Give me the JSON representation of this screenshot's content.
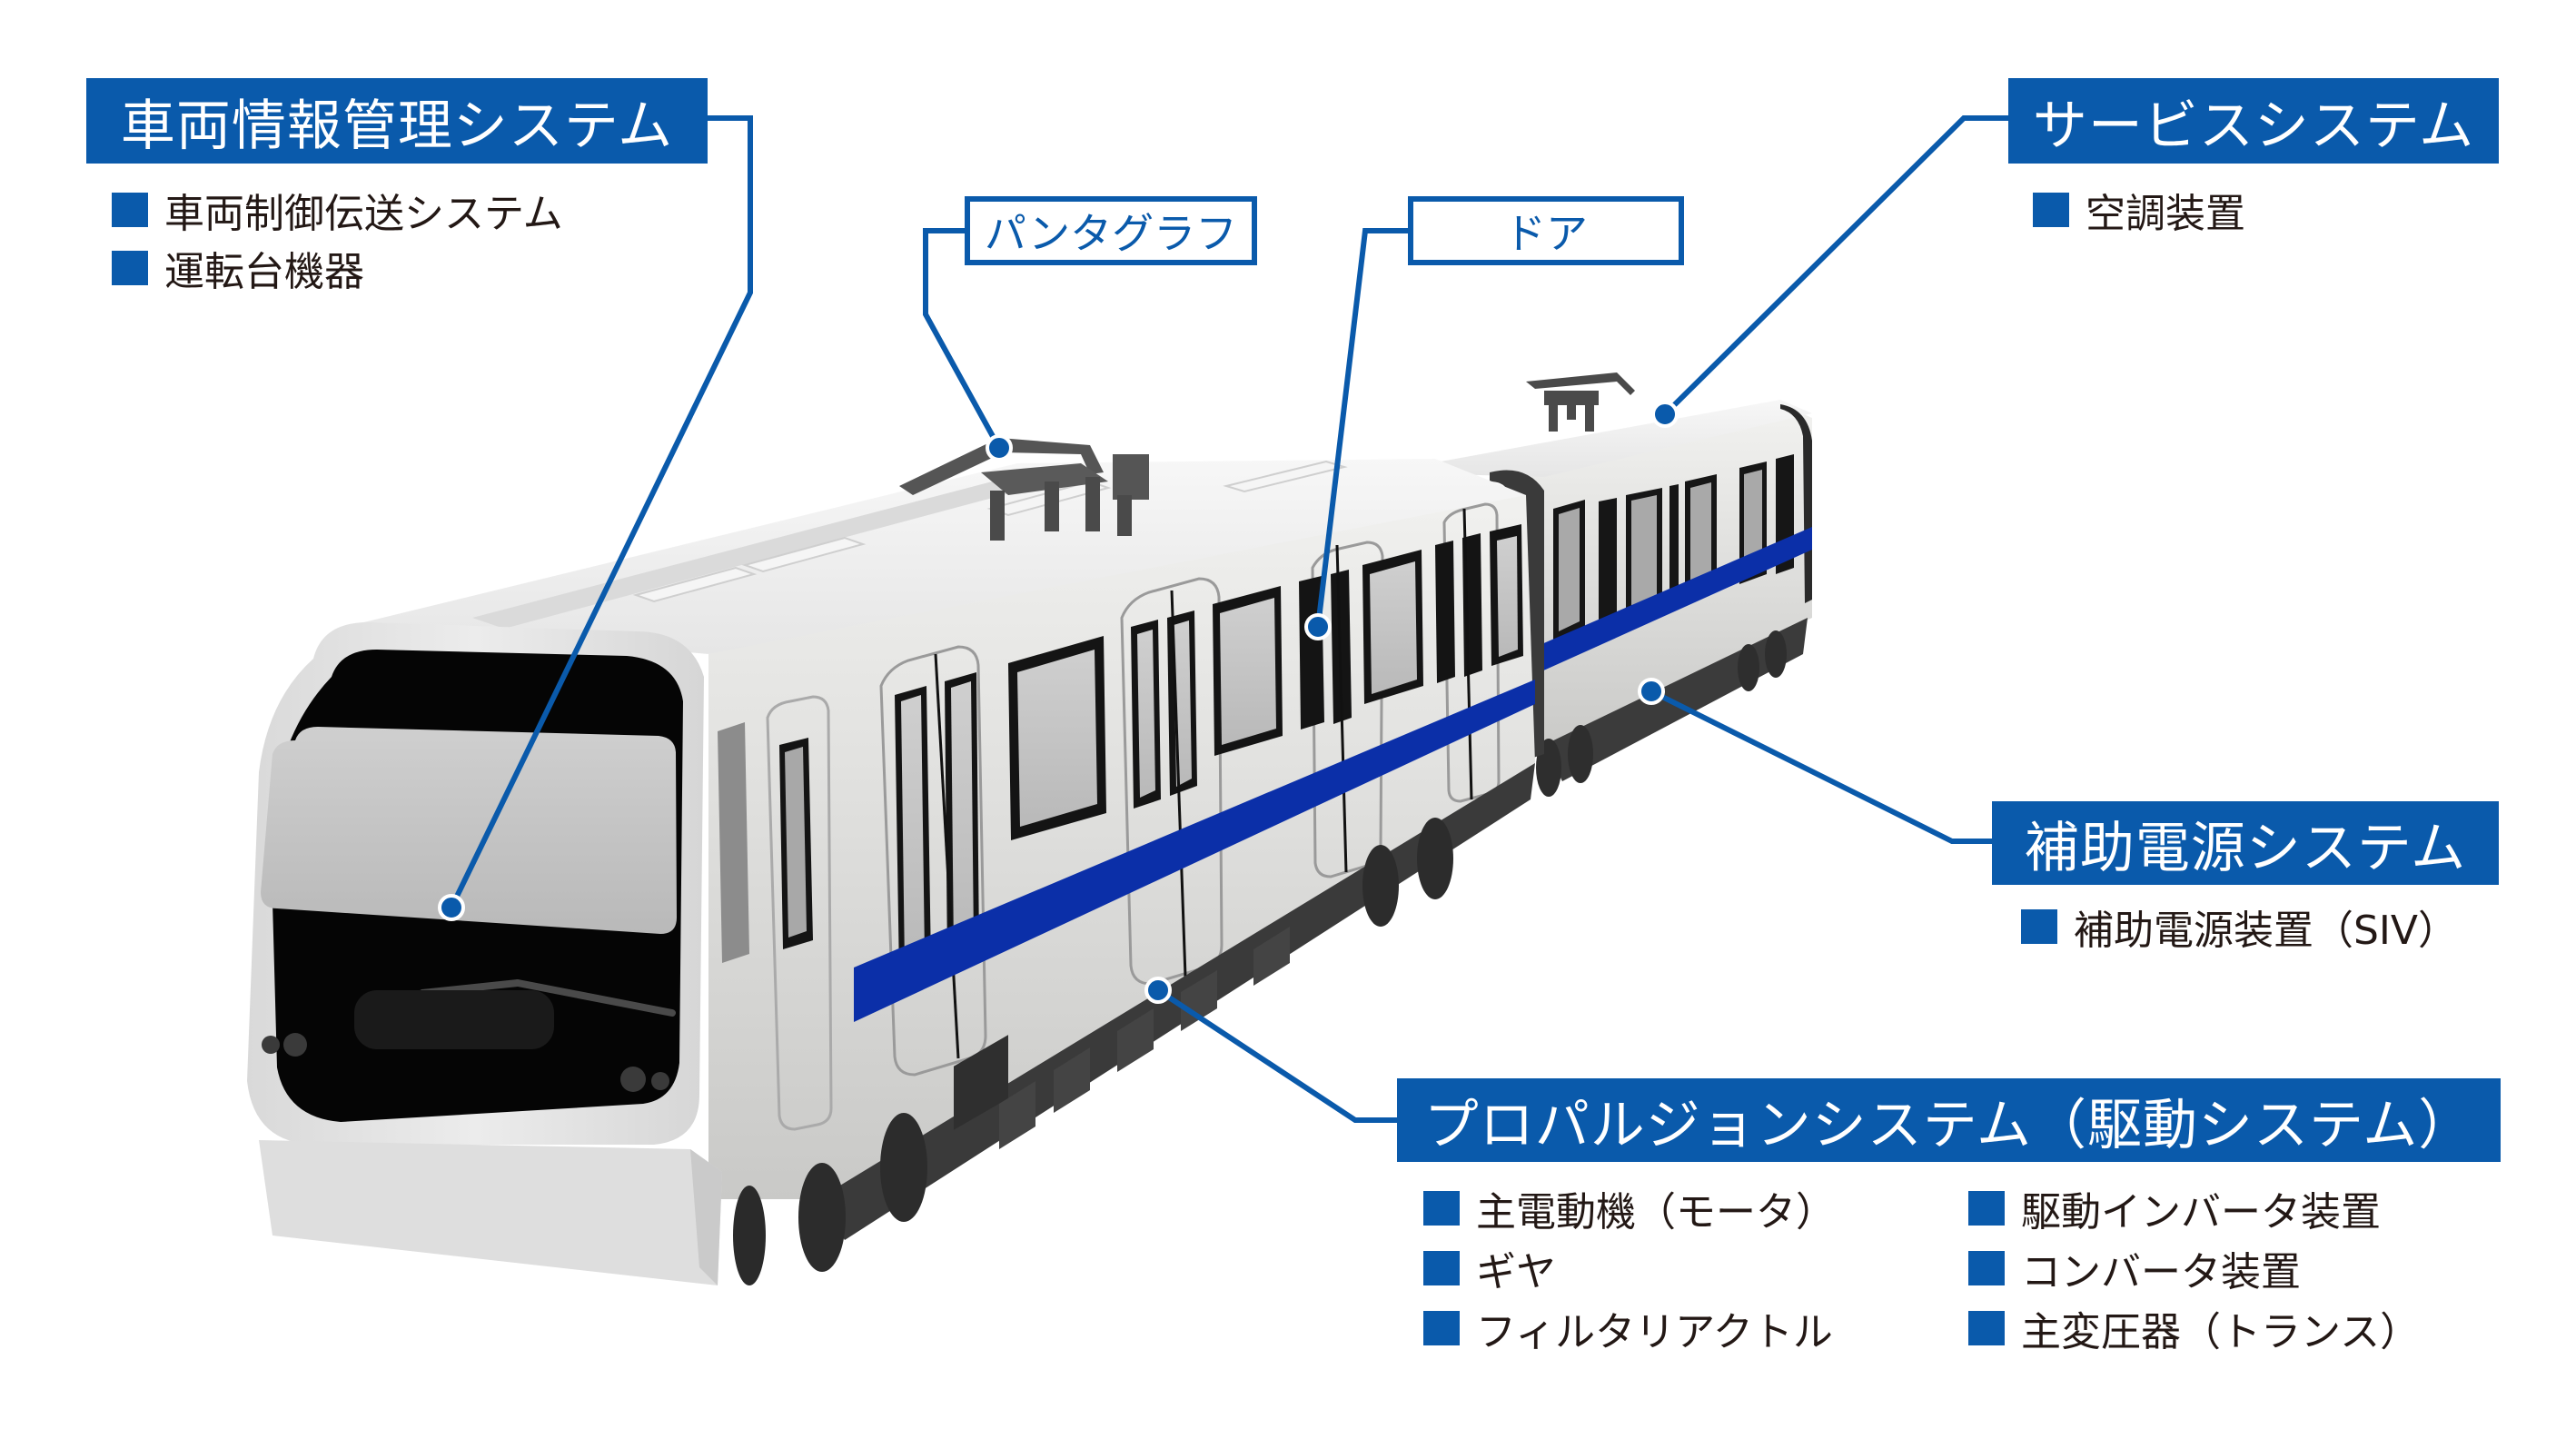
{
  "colors": {
    "label_blue": "#0a5aab",
    "stripe_blue": "#0b2fa8",
    "body_white": "#e2e2e0",
    "body_shadow": "#bfbfbd",
    "window_dark": "#0a0a0a",
    "text_dark": "#231815"
  },
  "callouts": {
    "vehicle_info": {
      "title": "車両情報管理システム",
      "items": [
        "車両制御伝送システム",
        "運転台機器"
      ]
    },
    "pantograph": {
      "label": "パンタグラフ"
    },
    "door": {
      "label": "ドア"
    },
    "service": {
      "title": "サービスシステム",
      "items": [
        "空調装置"
      ]
    },
    "auxiliary_power": {
      "title": "補助電源システム",
      "items": [
        "補助電源装置（SIV）"
      ]
    },
    "propulsion": {
      "title": "プロパルジョンシステム（駆動システム）",
      "items_left": [
        "主電動機（モータ）",
        "ギヤ",
        "フィルタリアクトル"
      ],
      "items_right": [
        "駆動インバータ装置",
        "コンバータ装置",
        "主変圧器（トランス）"
      ]
    }
  }
}
